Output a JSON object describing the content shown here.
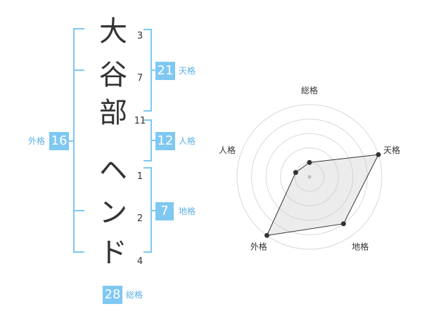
{
  "name": {
    "chars": [
      {
        "char": "大",
        "strokes": "3"
      },
      {
        "char": "谷",
        "strokes": "7"
      },
      {
        "char": "部",
        "strokes": "11"
      },
      {
        "char": "ヘ",
        "strokes": "1"
      },
      {
        "char": "ン",
        "strokes": "2"
      },
      {
        "char": "ド",
        "strokes": "4"
      }
    ]
  },
  "kaku": {
    "tenkaku": {
      "value": "21",
      "label": "天格"
    },
    "jinkaku": {
      "value": "12",
      "label": "人格"
    },
    "chikaku": {
      "value": "7",
      "label": "地格"
    },
    "gaikaku": {
      "value": "16",
      "label": "外格"
    },
    "soukaku": {
      "value": "28",
      "label": "総格"
    }
  },
  "colors": {
    "accent": "#7ec8f2",
    "label_text": "#5bb0e6",
    "text": "#333333"
  },
  "chart_data": {
    "type": "radar",
    "axes": [
      "総格",
      "天格",
      "地格",
      "外格",
      "人格"
    ],
    "scale": {
      "min": 0,
      "max": 5,
      "rings": 5
    },
    "values": [
      1,
      5,
      4,
      5,
      1
    ]
  }
}
